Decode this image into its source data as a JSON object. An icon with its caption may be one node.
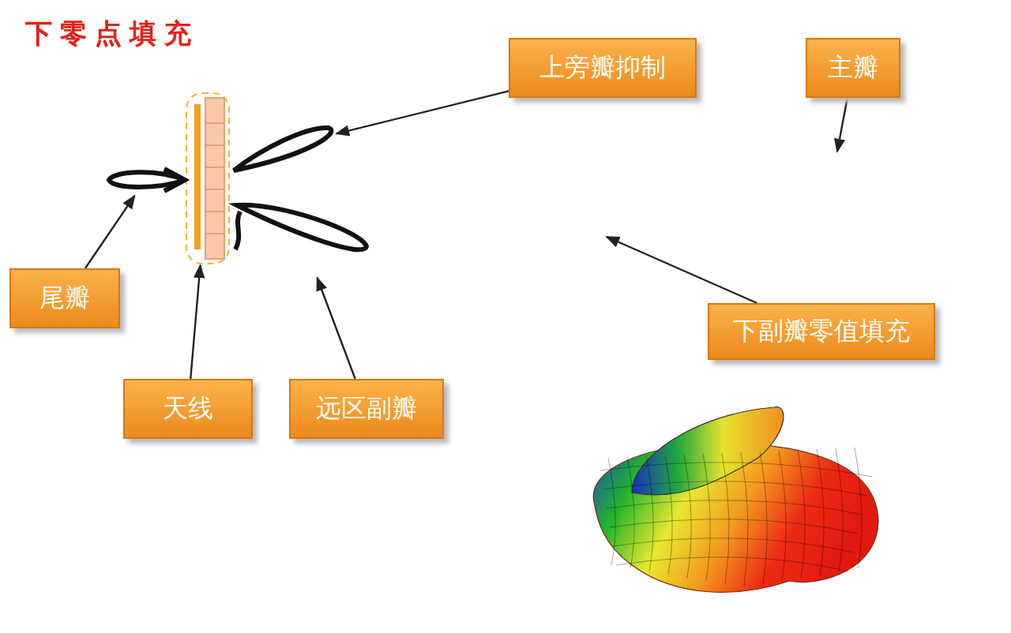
{
  "diagram": {
    "title": "下零点填充",
    "nodes": [
      {
        "text": [],
        "shape": "picture"
      },
      {
        "text": [],
        "shape": "picture"
      },
      {
        "text": [],
        "shape": "picture"
      },
      {
        "text": [],
        "shape": "picture"
      },
      {
        "text": [
          "上旁瓣抑制"
        ]
      },
      {
        "text": [
          "主瓣"
        ]
      },
      {
        "text": [
          "下副瓣零值填充"
        ]
      },
      {
        "text": [
          "尾瓣"
        ]
      },
      {
        "text": [
          "天线"
        ]
      },
      {
        "text": [
          "远区副瓣"
        ]
      }
    ],
    "edges": [
      {
        "from": 4,
        "to": 1,
        "arrow": "to"
      },
      {
        "from": 5,
        "to": null,
        "arrow": "to"
      },
      {
        "from": 6,
        "to": null,
        "arrow": "to"
      },
      {
        "from": 7,
        "to": 2,
        "arrow": "to"
      },
      {
        "from": 8,
        "to": 0,
        "arrow": "to"
      },
      {
        "from": 9,
        "to": 3,
        "arrow": "to"
      }
    ]
  }
}
